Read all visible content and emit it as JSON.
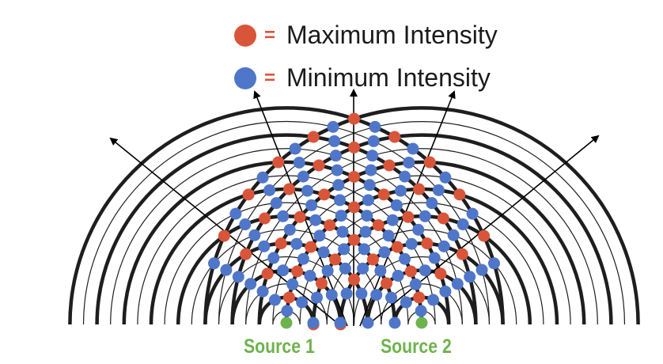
{
  "legend": {
    "max": {
      "symbol": "=",
      "label": "Maximum Intensity"
    },
    "min": {
      "symbol": "=",
      "label": "Minimum Intensity"
    }
  },
  "sources": [
    {
      "label": "Source 1"
    },
    {
      "label": "Source 2"
    }
  ],
  "colors": {
    "maximum": "#d9553a",
    "minimum": "#4f76c8",
    "source": "#6db34d",
    "wave": "#1e1e1e"
  }
}
